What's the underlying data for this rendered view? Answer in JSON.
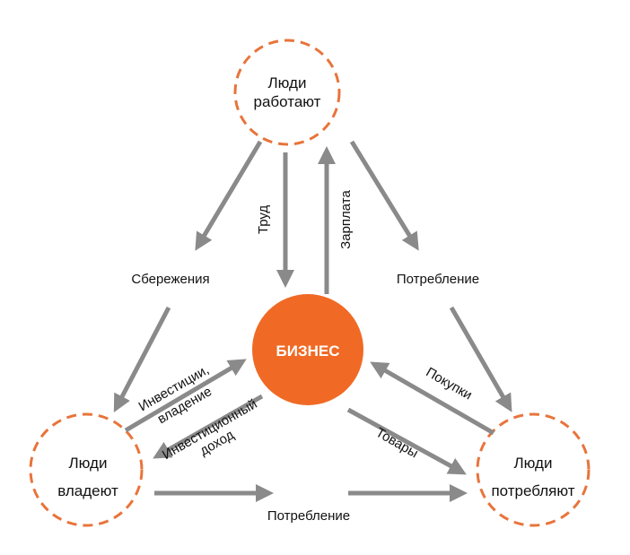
{
  "nodes": {
    "top": [
      "Люди",
      "работают"
    ],
    "left": [
      "Люди",
      "владеют"
    ],
    "right": [
      "Люди",
      "потребляют"
    ],
    "center": "БИЗНЕС"
  },
  "labels": {
    "savings": "Сбережения",
    "consumption_right": "Потребление",
    "labor": "Труд",
    "salary": "Зарплата",
    "investment": [
      "Инвестиции,",
      "владение"
    ],
    "investment_income": [
      "Инвестиционный",
      "доход"
    ],
    "purchases": "Покупки",
    "goods": "Товары",
    "consumption_bottom": "Потребление"
  },
  "colors": {
    "accent": "#f06a25",
    "ring": "#e8743b",
    "arrow": "#8a8a8a"
  }
}
